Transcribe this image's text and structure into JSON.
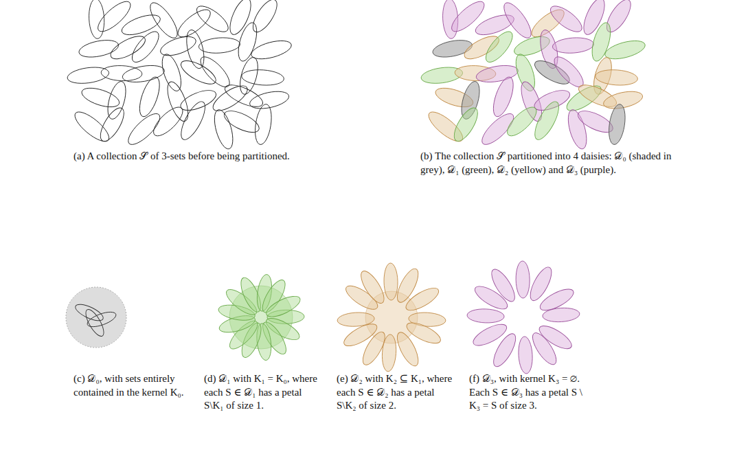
{
  "diagram": {
    "labels": [
      "(a) A collection 𝒮 of 3-sets before being partitioned.",
      "(b) The collection 𝒮 partitioned into 4 daisies: 𝒟₀ (shaded in grey), 𝒟₁ (green), 𝒟₂ (yellow) and 𝒟₃ (purple).",
      "(c) 𝒟₀, with sets entirely contained in the kernel K₀.",
      "(d) 𝒟₁ with K₁ = K₀, where each S ∈ 𝒟₁ has a petal S\\K₁ of size 1.",
      "(e) 𝒟₂ with K₂ ⊆ K₁, where each S ∈ 𝒟₂ has a petal S\\K₂ of size 2.",
      "(f) 𝒟₃, with kernel K₃ = ∅. Each S ∈ 𝒟₃ has a petal S \\ K₃ = S of size 3."
    ]
  }
}
